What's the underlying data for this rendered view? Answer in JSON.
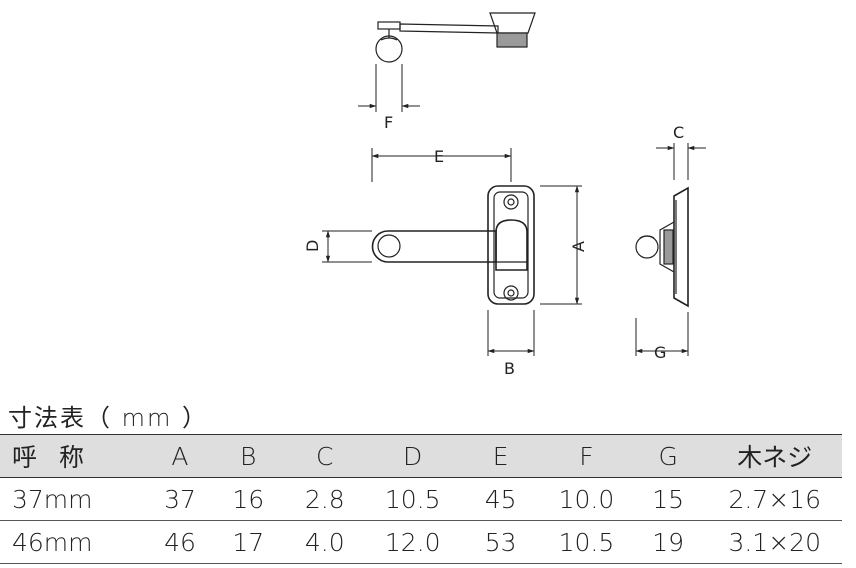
{
  "drawing": {
    "dim_labels": {
      "a": "A",
      "b": "B",
      "c": "C",
      "d": "D",
      "e": "E",
      "f": "F",
      "g": "G"
    }
  },
  "caption": "寸法表（ mm ）",
  "table": {
    "headers": [
      "呼称",
      "A",
      "B",
      "C",
      "D",
      "E",
      "F",
      "G",
      "木ネジ"
    ],
    "rows": [
      [
        "37mm",
        "37",
        "16",
        "2.8",
        "10.5",
        "45",
        "10.0",
        "15",
        "2.7×16"
      ],
      [
        "46mm",
        "46",
        "17",
        "4.0",
        "12.0",
        "53",
        "10.5",
        "19",
        "3.1×20"
      ]
    ]
  }
}
